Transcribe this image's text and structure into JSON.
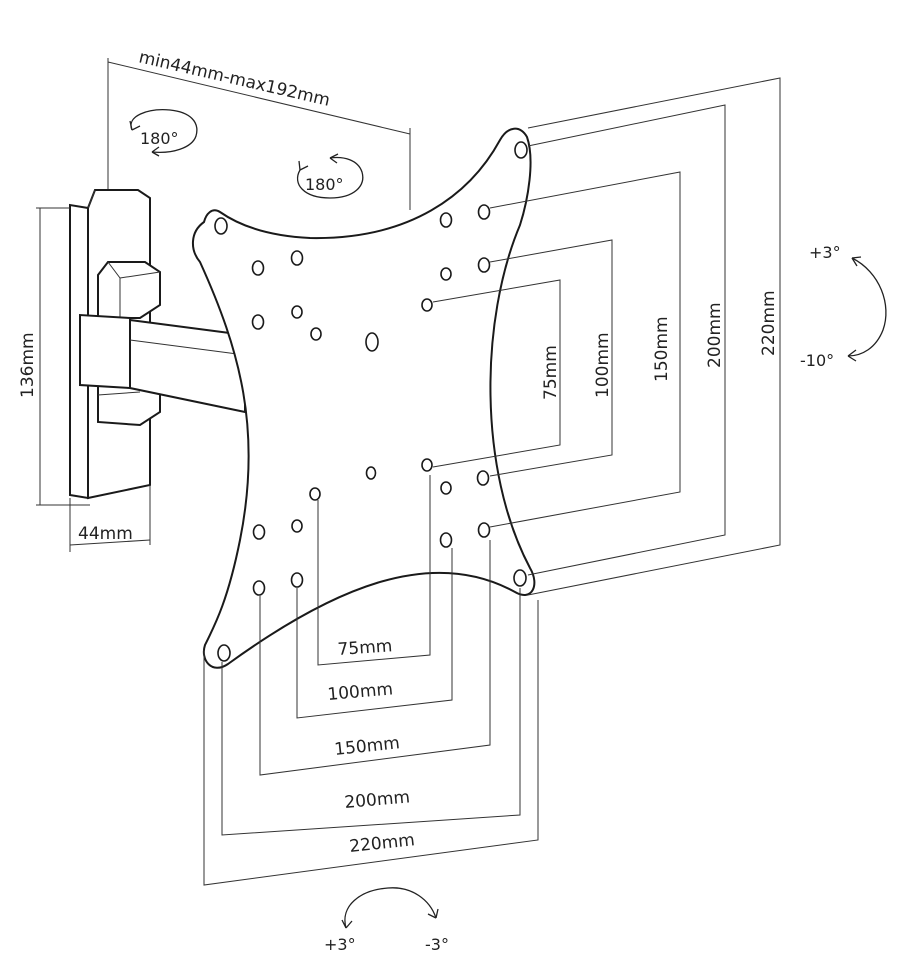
{
  "labels": {
    "depth_range": "min44mm-max192mm",
    "swivel_left": "180°",
    "swivel_right": "180°",
    "height": "136mm",
    "width": "44mm",
    "tilt_up": "+3°",
    "tilt_down": "-10°",
    "rotate_left": "+3°",
    "rotate_right": "-3°"
  },
  "vesa_horizontal": [
    "75mm",
    "100mm",
    "150mm",
    "200mm",
    "220mm"
  ],
  "vesa_vertical": [
    "75mm",
    "100mm",
    "150mm",
    "200mm",
    "220mm"
  ]
}
